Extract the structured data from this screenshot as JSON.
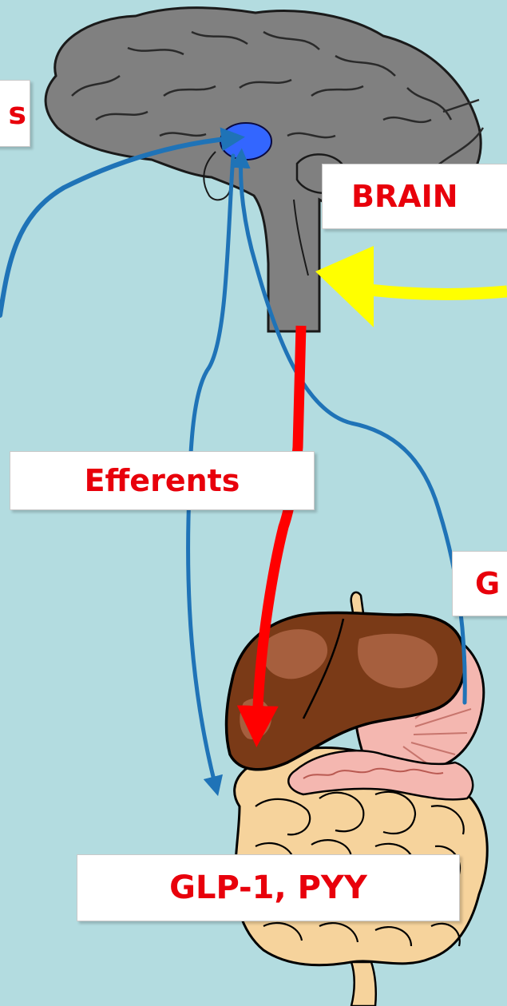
{
  "labels": {
    "left_partial": "s",
    "brain": "BRAIN",
    "efferents": "Efferents",
    "right_partial": "G",
    "hormones": "GLP-1, PYY"
  },
  "colors": {
    "background": "#b3dce0",
    "label_text": "#e8000b",
    "blue_pathway": "#1f73b7",
    "efferent_arrow": "#ff0000",
    "vagal_arrow": "#ffff00",
    "brain": "#808080",
    "hypothalamus": "#3366ff",
    "liver": "#7a3a17",
    "stomach": "#f4b7b0",
    "intestine": "#f6d39c"
  }
}
